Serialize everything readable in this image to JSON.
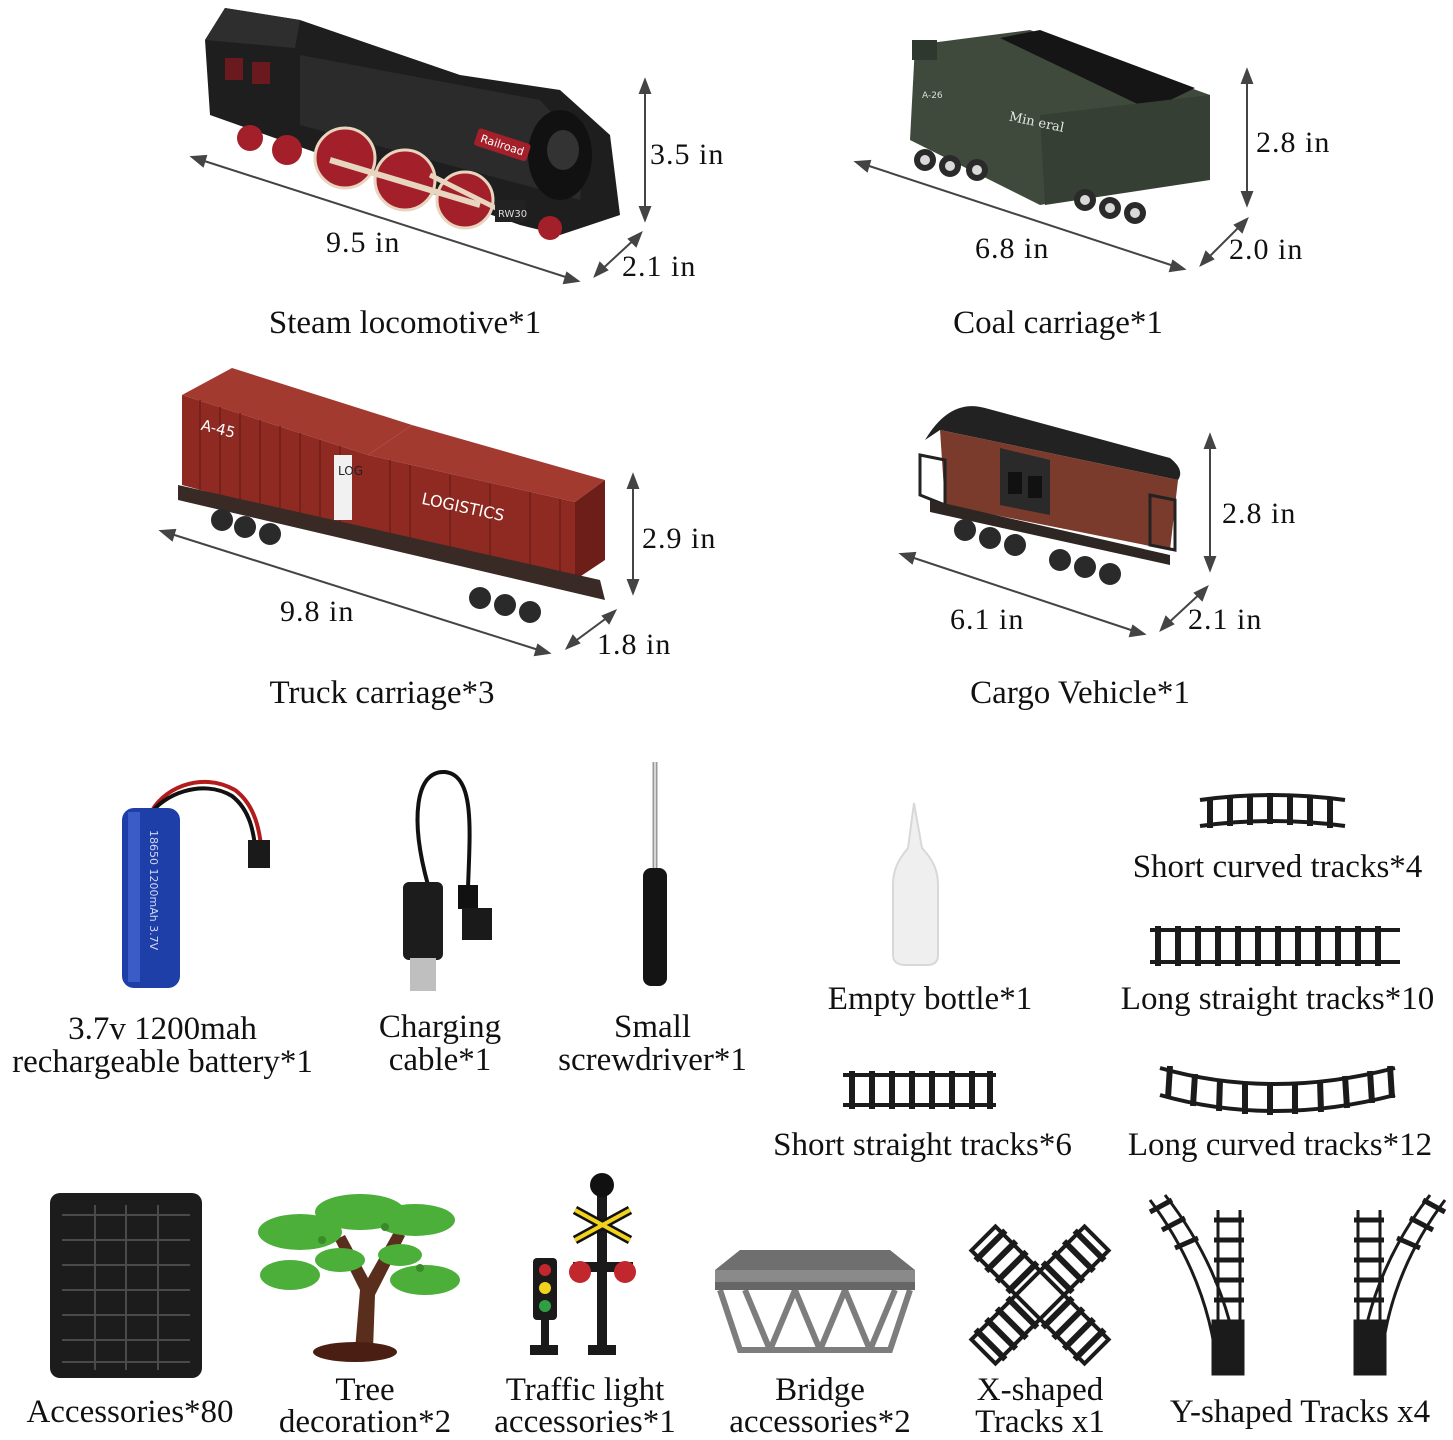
{
  "items": {
    "locomotive": {
      "label": "Steam locomotive*1",
      "length": "9.5 in",
      "height": "3.5 in",
      "width": "2.1 in"
    },
    "coal": {
      "label": "Coal carriage*1",
      "length": "6.8 in",
      "height": "2.8 in",
      "width": "2.0 in",
      "markings": [
        "Min eral",
        "A-26"
      ]
    },
    "truck": {
      "label": "Truck carriage*3",
      "length": "9.8 in",
      "height": "2.9 in",
      "width": "1.8 in",
      "markings": [
        "A-45",
        "LOG",
        "LOGISTICS"
      ]
    },
    "cargo": {
      "label": "Cargo Vehicle*1",
      "length": "6.1 in",
      "height": "2.8 in",
      "width": "2.1 in"
    },
    "battery": {
      "label_1": "3.7v 1200mah",
      "label_2": "rechargeable battery*1",
      "print": "18650 1200mAh 3.7V"
    },
    "cable": {
      "label_1": "Charging",
      "label_2": "cable*1"
    },
    "screwdriver": {
      "label_1": "Small",
      "label_2": "screwdriver*1"
    },
    "bottle": {
      "label": "Empty bottle*1"
    },
    "short_curved": {
      "label": "Short curved tracks*4"
    },
    "long_straight": {
      "label": "Long straight tracks*10"
    },
    "short_straight": {
      "label": "Short straight tracks*6"
    },
    "long_curved": {
      "label": "Long curved tracks*12"
    },
    "accessories": {
      "label": "Accessories*80"
    },
    "tree": {
      "label_1": "Tree",
      "label_2": "decoration*2"
    },
    "traffic": {
      "label_1": "Traffic light",
      "label_2": "accessories*1"
    },
    "bridge": {
      "label_1": "Bridge",
      "label_2": "accessories*2"
    },
    "x_tracks": {
      "label_1": "X-shaped",
      "label_2": "Tracks x1"
    },
    "y_tracks": {
      "label": "Y-shaped Tracks x4"
    }
  },
  "colors": {
    "locomotive_body": "#1e1e1e",
    "locomotive_red": "#a3202a",
    "coal_body": "#3f4a3c",
    "container_red": "#8e2a22",
    "cargo_brown": "#7a3b2c",
    "battery_blue": "#1f3fa8",
    "tree_green": "#4caf3a",
    "bridge_gray": "#7d7d7d",
    "track_black": "#1b1b1b"
  }
}
